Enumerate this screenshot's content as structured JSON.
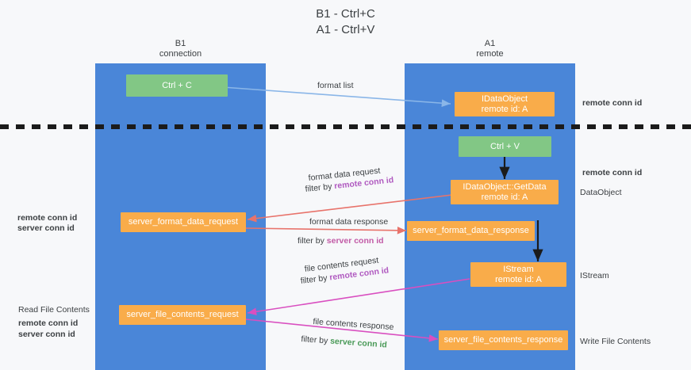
{
  "title": {
    "line1": "B1 - Ctrl+C",
    "line2": "A1 - Ctrl+V"
  },
  "lanes": [
    {
      "name": "B1",
      "role": "connection"
    },
    {
      "name": "A1",
      "role": "remote"
    }
  ],
  "colors": {
    "lane": "#4a86d8",
    "node_orange": "#f9ac4a",
    "node_green": "#82c785",
    "remote_conn_id": "#b05ac0",
    "server_conn_id": "#4a9a58",
    "arrow_format_list": "#8ab6e8",
    "arrow_black": "#1b1b1b",
    "arrow_red": "#e8736b",
    "arrow_magenta": "#d94fc0",
    "background": "#f7f8fa",
    "text": "#3c4043"
  },
  "nodes": {
    "ctrl_c": {
      "label": "Ctrl + C"
    },
    "ctrl_v": {
      "label": "Ctrl + V"
    },
    "idataobject": {
      "line1": "IDataObject",
      "line2": "remote id: A"
    },
    "getdata": {
      "line1": "IDataObject::GetData",
      "line2": "remote id: A"
    },
    "istream": {
      "line1": "IStream",
      "line2": "remote id: A"
    },
    "server_format_data_request": {
      "label": "server_format_data_request"
    },
    "server_format_data_response": {
      "label": "server_format_data_response"
    },
    "server_file_contents_request": {
      "label": "server_file_contents_request"
    },
    "server_file_contents_response": {
      "label": "server_file_contents_response"
    }
  },
  "edge_labels": {
    "format_list": "format list",
    "format_data_request": "format data request",
    "format_data_request_filter_prefix": "filter by ",
    "format_data_request_filter_key": "remote conn id",
    "format_data_response": "format data response",
    "format_data_response_filter_prefix": "filter by ",
    "format_data_response_filter_key": "server conn id",
    "file_contents_request": "file contents request",
    "file_contents_request_filter_prefix": "filter by ",
    "file_contents_request_filter_key": "remote conn id",
    "file_contents_response": "file contents response",
    "file_contents_response_filter_prefix": "filter by ",
    "file_contents_response_filter_key": "server conn id"
  },
  "annotations": {
    "right_remote_conn_id_top": "remote conn id",
    "right_remote_conn_id_mid": "remote conn id",
    "right_dataobject": "DataObject",
    "right_istream": "IStream",
    "right_write_file_contents": "Write File Contents",
    "left_remote_conn_id": "remote conn id",
    "left_server_conn_id": "server conn id",
    "left_read_file_contents": "Read File Contents",
    "left_bottom_remote_conn_id": "remote conn id",
    "left_bottom_server_conn_id": "server conn id"
  }
}
